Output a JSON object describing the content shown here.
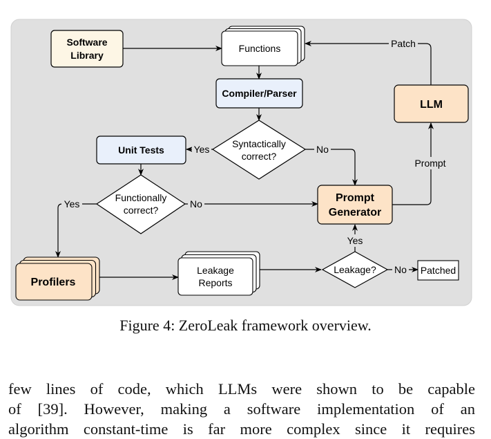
{
  "figure": {
    "nodes": {
      "software_library": [
        "Software",
        "Library"
      ],
      "functions": "Functions",
      "compiler_parser": "Compiler/Parser",
      "syntactically_correct": [
        "Syntactically",
        "correct?"
      ],
      "unit_tests": "Unit Tests",
      "functionally_correct": [
        "Functionally",
        "correct?"
      ],
      "prompt_generator": [
        "Prompt",
        "Generator"
      ],
      "llm": "LLM",
      "profilers": "Profilers",
      "leakage_reports": [
        "Leakage",
        "Reports"
      ],
      "leakage": "Leakage?",
      "patched": "Patched"
    },
    "edge_labels": {
      "patch": "Patch",
      "prompt": "Prompt",
      "yes_syntax": "Yes",
      "no_syntax": "No",
      "yes_functional": "Yes",
      "no_functional": "No",
      "yes_leakage": "Yes",
      "no_leakage": "No"
    },
    "colors": {
      "panel": "#e0e0e0",
      "software_library": "#fdf6e5",
      "compiler": "#e9f0fb",
      "unit_tests": "#e9f0fb",
      "orange": "#fde3c7",
      "white": "#ffffff"
    }
  },
  "caption": "Figure 4: ZeroLeak framework overview.",
  "body_lines": [
    "few lines of code, which LLMs were shown to be capable",
    "of  [39]. However, making a software implementation of an",
    "algorithm constant-time is far more complex since it requires"
  ]
}
